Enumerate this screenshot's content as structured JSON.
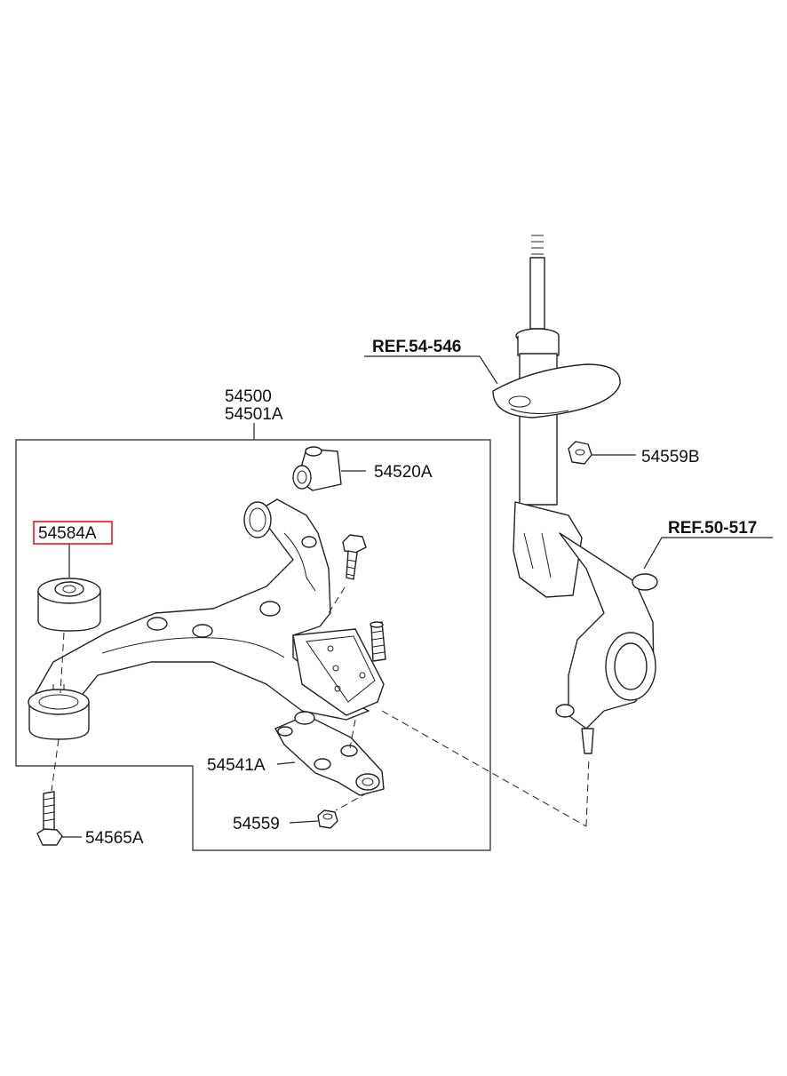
{
  "labels": {
    "assembly_part_no": "54500",
    "assembly_part_no_alt": "54501A",
    "bushing_rear": "54584A",
    "bushing_front": "54520A",
    "ball_joint": "54541A",
    "nut_ball_joint": "54559",
    "bolt": "54565A",
    "nut_strut": "54559B",
    "ref_spring_seat": "REF.54-546",
    "ref_knuckle": "REF.50-517"
  },
  "highlight_color": "#e0191f"
}
